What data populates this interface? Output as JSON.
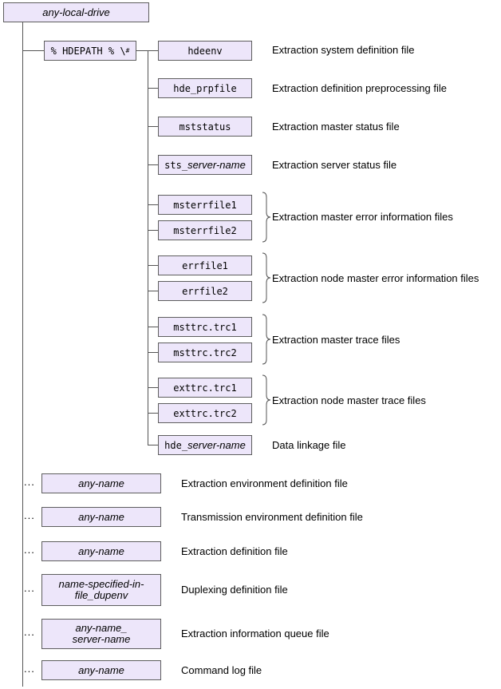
{
  "root": {
    "label": "any-local-drive"
  },
  "hdepath": {
    "label": "% HDEPATH % \\",
    "superscript": "#"
  },
  "sub_nodes": [
    {
      "id": "hdeenv",
      "label": "hdeenv"
    },
    {
      "id": "hde-prpfile",
      "label": "hde_prpfile"
    },
    {
      "id": "mststatus",
      "label": "mststatus"
    },
    {
      "id": "sts-server-name",
      "prefix": "sts_",
      "italic": "server-name"
    },
    {
      "id": "msterrfile1",
      "label": "msterrfile1"
    },
    {
      "id": "msterrfile2",
      "label": "msterrfile2"
    },
    {
      "id": "errfile1",
      "label": "errfile1"
    },
    {
      "id": "errfile2",
      "label": "errfile2"
    },
    {
      "id": "msttrc-trc1",
      "label": "msttrc.trc1"
    },
    {
      "id": "msttrc-trc2",
      "label": "msttrc.trc2"
    },
    {
      "id": "exttrc-trc1",
      "label": "exttrc.trc1"
    },
    {
      "id": "exttrc-trc2",
      "label": "exttrc.trc2"
    },
    {
      "id": "hde-server-name",
      "prefix": "hde_",
      "italic": "server-name"
    }
  ],
  "sub_descriptions": [
    "Extraction system definition file",
    "Extraction definition preprocessing file",
    "Extraction master status file",
    "Extraction server status file",
    "Extraction master error information files",
    "Extraction node master error information files",
    "Extraction master trace files",
    "Extraction node master trace files",
    "Data linkage file"
  ],
  "root_items": [
    {
      "dots": "...",
      "label": "any-name",
      "desc": "Extraction environment definition file"
    },
    {
      "dots": "...",
      "label": "any-name",
      "desc": "Transmission environment definition file"
    },
    {
      "dots": "...",
      "label": "any-name",
      "desc": "Extraction definition file"
    },
    {
      "dots": "...",
      "label": "name-specified-in-file_dupenv",
      "desc": "Duplexing definition file"
    },
    {
      "dots": "...",
      "label": "any-name_ server-name",
      "desc": "Extraction information queue file"
    },
    {
      "dots": "...",
      "label": "any-name",
      "desc": "Command log file"
    }
  ],
  "colors": {
    "box_fill": "#ede6fa",
    "box_border": "#5e5e5e",
    "line": "#555555"
  }
}
